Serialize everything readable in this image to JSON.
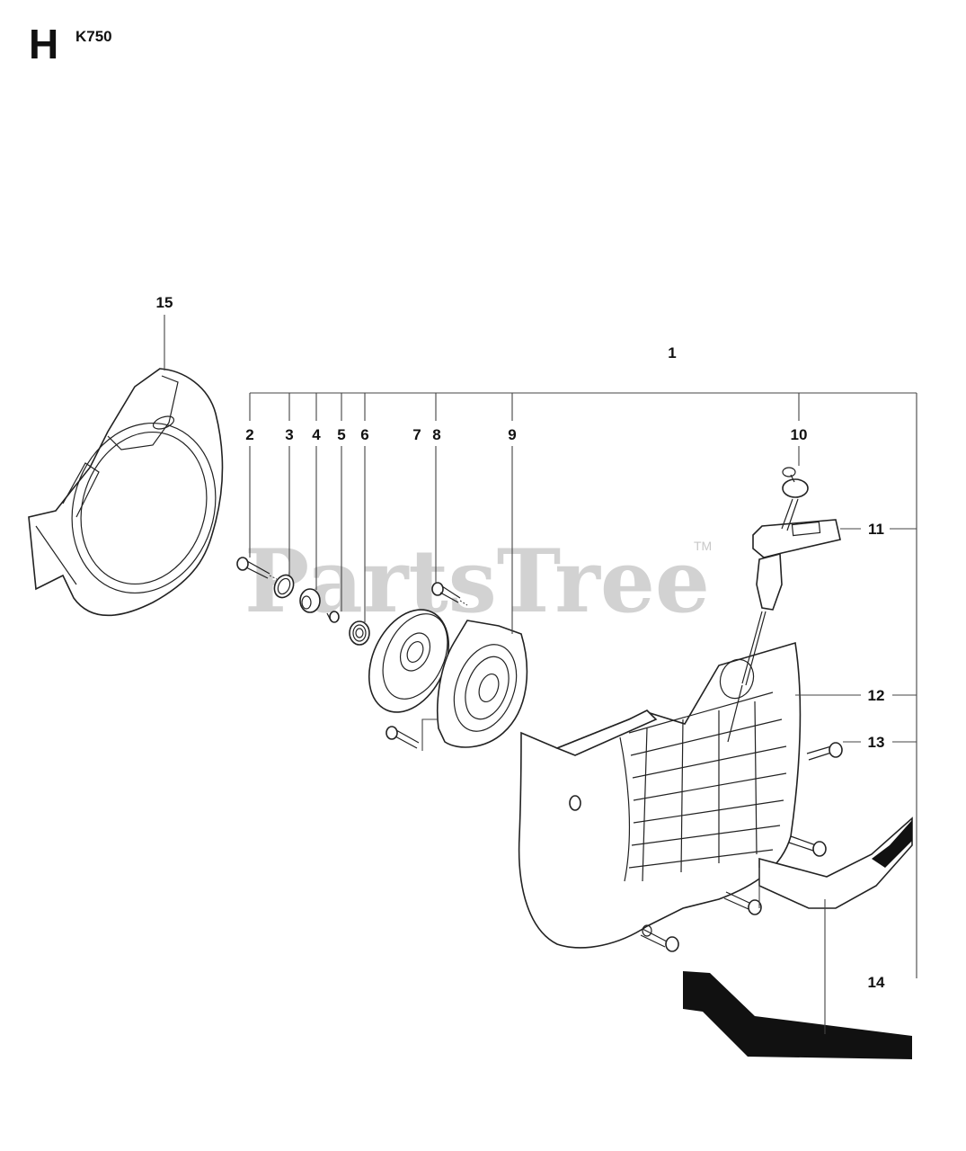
{
  "header": {
    "section_letter": "H",
    "model": "K750"
  },
  "watermark": {
    "text": "PartsTree",
    "tm": "TM"
  },
  "callouts": [
    {
      "id": "1",
      "label": "1"
    },
    {
      "id": "2",
      "label": "2"
    },
    {
      "id": "3",
      "label": "3"
    },
    {
      "id": "4",
      "label": "4"
    },
    {
      "id": "5",
      "label": "5"
    },
    {
      "id": "6",
      "label": "6"
    },
    {
      "id": "7",
      "label": "7"
    },
    {
      "id": "8",
      "label": "8"
    },
    {
      "id": "9",
      "label": "9"
    },
    {
      "id": "10",
      "label": "10"
    },
    {
      "id": "11",
      "label": "11"
    },
    {
      "id": "12",
      "label": "12"
    },
    {
      "id": "13",
      "label": "13"
    },
    {
      "id": "14",
      "label": "14"
    },
    {
      "id": "15",
      "label": "15"
    }
  ],
  "parts": [
    {
      "name": "fan-housing-cover",
      "callout": "15"
    },
    {
      "name": "starter-assembly",
      "callout": "1"
    },
    {
      "name": "screw",
      "callout": "2"
    },
    {
      "name": "washer-ring",
      "callout": "3"
    },
    {
      "name": "pawl-hub",
      "callout": "4"
    },
    {
      "name": "small-screw",
      "callout": "5"
    },
    {
      "name": "spring",
      "callout": "6"
    },
    {
      "name": "rope-pulley",
      "callout": "7"
    },
    {
      "name": "screw",
      "callout": "8"
    },
    {
      "name": "spring-cassette",
      "callout": "9"
    },
    {
      "name": "rope",
      "callout": "10"
    },
    {
      "name": "starter-handle",
      "callout": "11"
    },
    {
      "name": "starter-housing",
      "callout": "12"
    },
    {
      "name": "housing-screw",
      "callout": "13"
    },
    {
      "name": "bumper-bracket",
      "callout": "14"
    }
  ]
}
